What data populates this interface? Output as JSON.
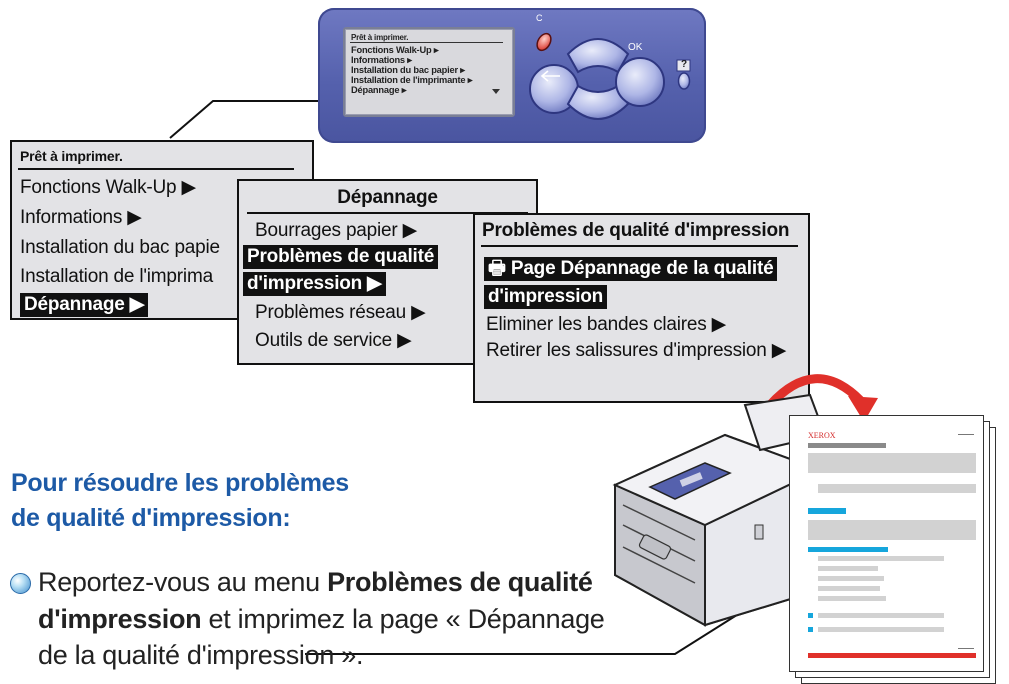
{
  "lcd": {
    "title": "Prêt à imprimer.",
    "items": [
      "Fonctions Walk-Up ▸",
      "Informations ▸",
      "Installation du bac papier ▸",
      "Installation de l'imprimante ▸",
      "Dépannage ▸"
    ],
    "buttons": {
      "ok": "OK",
      "help": "?",
      "cancel": "C"
    }
  },
  "menu_main": {
    "title": "Prêt à imprimer.",
    "items": [
      "Fonctions Walk-Up ▶",
      "Informations ▶",
      "Installation du bac papie",
      "Installation de l'imprima",
      "Dépannage ▶"
    ]
  },
  "menu_troubleshoot": {
    "title": "Dépannage",
    "items": [
      "Bourrages papier ▶",
      "Problèmes de qualité",
      "d'impression ▶",
      "Problèmes réseau ▶",
      "Outils de service ▶"
    ]
  },
  "menu_quality": {
    "title": "Problèmes de qualité d'impression",
    "items": [
      "Page Dépannage de la qualité",
      "d'impression",
      "Eliminer les bandes claires ▶",
      "Retirer les salissures d'impression ▶"
    ]
  },
  "instructions": {
    "heading_line1": "Pour résoudre les problèmes",
    "heading_line2": "de qualité d'impression:",
    "p1_pre": "Reportez-vous au menu ",
    "p1_bold": "Problèmes de qualité",
    "p2_bold": "d'impression",
    "p2_post": " et imprimez la page « Dépannage",
    "p3": "de la qualité d'impression »."
  },
  "sample_page": {
    "brand": "XEROX"
  },
  "colors": {
    "heading": "#1d5aa6",
    "panel": "#5561ad",
    "page_red": "#e0302a",
    "page_cyan": "#16a6dc"
  }
}
